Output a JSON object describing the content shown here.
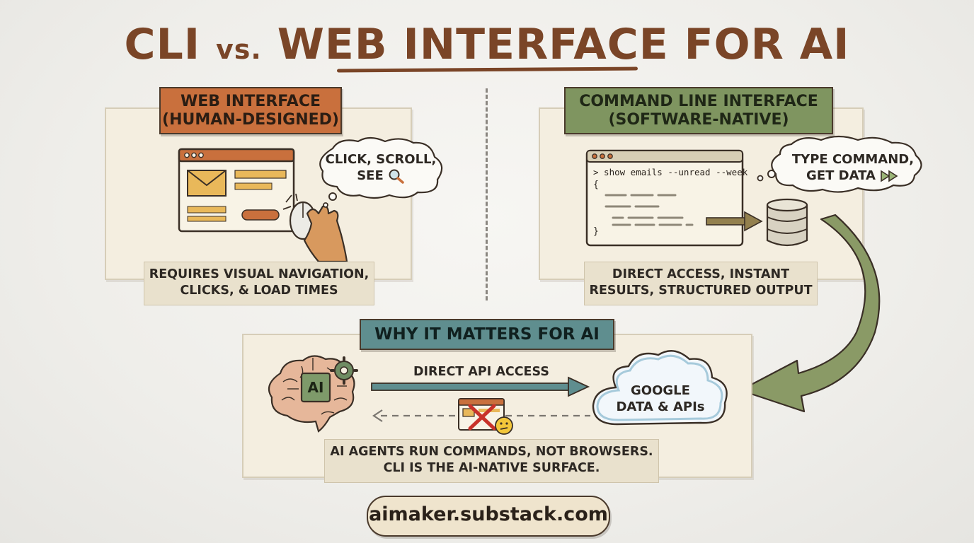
{
  "title": {
    "left": "CLI",
    "vs": "vs.",
    "right": "WEB INTERFACE FOR AI"
  },
  "web_panel": {
    "tag_line1": "WEB INTERFACE",
    "tag_line2": "(HUMAN-DESIGNED)",
    "bubble_line1": "CLICK, SCROLL,",
    "bubble_line2": "SEE",
    "caption_line1": "REQUIRES VISUAL NAVIGATION,",
    "caption_line2": "CLICKS, & LOAD TIMES"
  },
  "cli_panel": {
    "tag_line1": "COMMAND LINE INTERFACE",
    "tag_line2": "(SOFTWARE-NATIVE)",
    "terminal_command": "> show emails --unread --week",
    "terminal_open": "{",
    "terminal_close": "}",
    "bubble_line1": "TYPE COMMAND,",
    "bubble_line2": "GET DATA",
    "caption_line1": "DIRECT ACCESS, INSTANT",
    "caption_line2": "RESULTS, STRUCTURED OUTPUT"
  },
  "why_panel": {
    "tag": "WHY IT MATTERS FOR AI",
    "brain_label": "AI",
    "arrow_label": "DIRECT API ACCESS",
    "cloud_line1": "GOOGLE",
    "cloud_line2": "DATA & APIs",
    "caption_line1": "AI AGENTS RUN COMMANDS, NOT BROWSERS.",
    "caption_line2": "CLI IS THE AI-NATIVE SURFACE."
  },
  "footer": {
    "url": "aimaker.substack.com"
  },
  "colors": {
    "title": "#7a4527",
    "web_tag": "#c9703d",
    "cli_tag": "#7f9560",
    "why_tag": "#5f8e8f",
    "panel_bg": "#f4eee0",
    "caption_bg": "#e9e1cd"
  },
  "icons": [
    "envelope-icon",
    "hand-cursor-icon",
    "magnifier-icon",
    "fast-forward-icon",
    "database-icon",
    "brain-icon",
    "gear-icon",
    "cloud-icon",
    "crossed-browser-icon",
    "thinking-face-icon"
  ]
}
